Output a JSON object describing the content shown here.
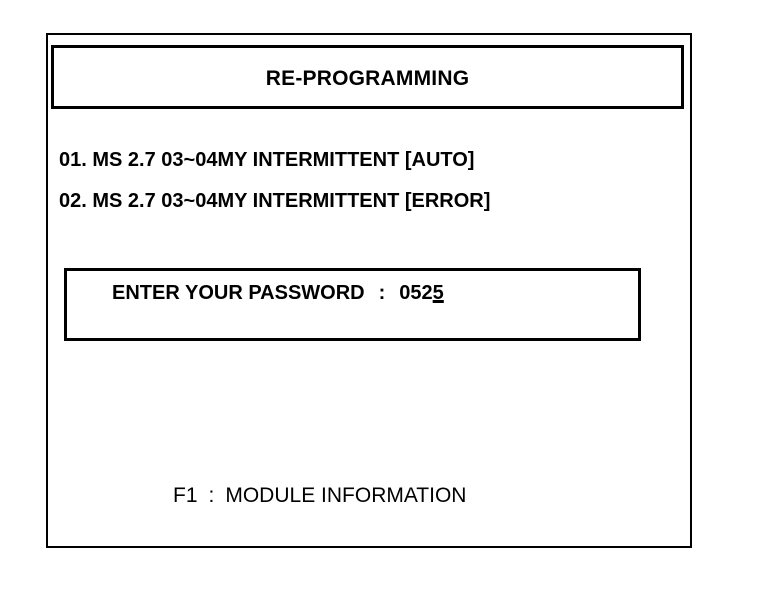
{
  "header": {
    "title": "RE-PROGRAMMING"
  },
  "menu": {
    "items": [
      {
        "label": "01. MS 2.7 03~04MY INTERMITTENT [AUTO]"
      },
      {
        "label": "02. MS 2.7 03~04MY INTERMITTENT [ERROR]"
      }
    ]
  },
  "password": {
    "label": "ENTER YOUR PASSWORD",
    "separator": ":",
    "entered": "052",
    "cursor_char": "5"
  },
  "footer": {
    "key": "F1",
    "separator": ":",
    "action": "MODULE INFORMATION"
  }
}
